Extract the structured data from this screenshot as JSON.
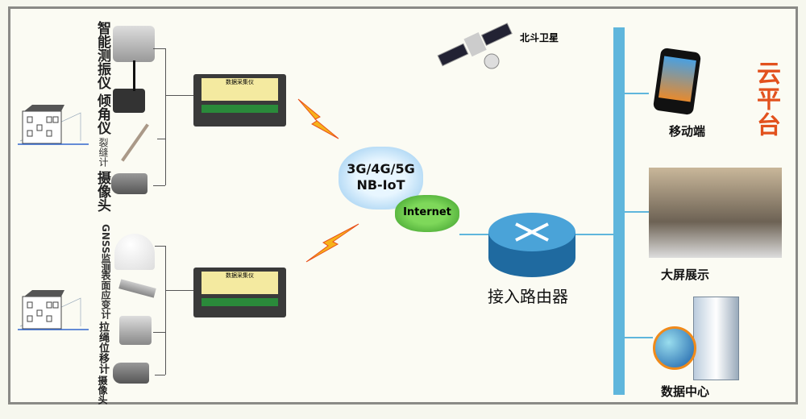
{
  "title": "云平台",
  "group1": {
    "sensors": [
      "智能测振仪",
      "倾角仪",
      "裂缝计",
      "摄像头"
    ]
  },
  "group2": {
    "sensors": [
      "GNSS监测",
      "表面应变计",
      "拉绳位移计",
      "摄像头"
    ]
  },
  "collector_label": "数据采集仪",
  "satellite": "北斗卫星",
  "network": {
    "line1": "3G/4G/5G",
    "line2": "NB-IoT",
    "internet": "Internet"
  },
  "router": "接入路由器",
  "outputs": [
    "移动端",
    "大屏展示",
    "数据中心"
  ],
  "colors": {
    "bus": "#5fb6dc",
    "cloud": "#5bbf3a",
    "title": "#e2511d",
    "router": "#2e7fb0"
  }
}
